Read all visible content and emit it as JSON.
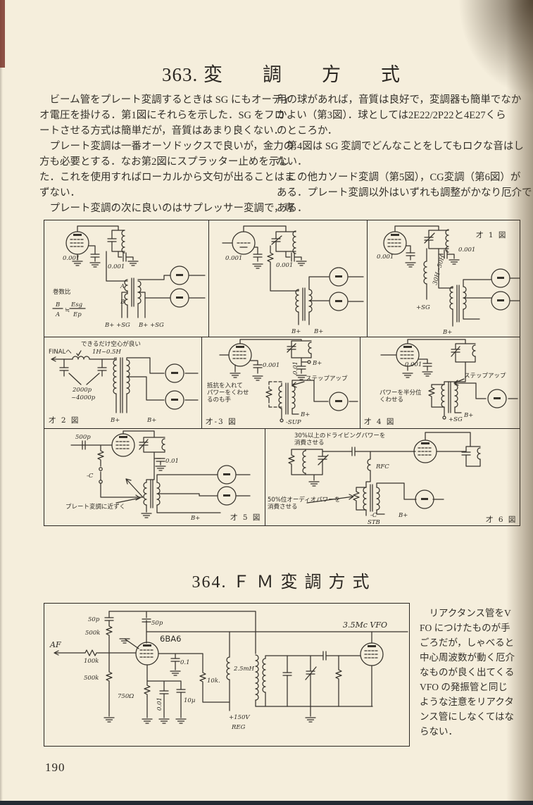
{
  "page": {
    "number": "190"
  },
  "s363": {
    "title": "363. 変　　調　　方　　式",
    "left": [
      "　ビーム管をプレート変調するときは SG にもオーディ",
      "オ電圧を掛ける．第1図にそれらを示した．SG をフロ",
      "ートさせる方式は簡単だが，音質はあまり良くない．",
      "　プレート変調は一番オーソドックスで良いが，金力の",
      "方も必要とする．なお第2図にスプラッター止めを示し",
      "た．これを使用すればローカルから文句が出ることはま",
      "ずない．",
      "　プレート変調の次に良いのはサプレッサー変調で，専"
    ],
    "right": [
      "用の球があれば，音質は良好で，変調器も簡単でなか",
      "かよい（第3図）．球としては2E22/2P22と4E27くら",
      "のところか．",
      "　第4図は SG 変調でどんなことをしてもロクな音はし",
      "ない．",
      "　この他カソード変調（第5図），CG変調（第6図）が",
      "ある．プレート変調以外はいずれも調整がかなり厄介で",
      "ある．"
    ]
  },
  "s364": {
    "title": "364. Ｆ Ｍ 変 調 方 式",
    "right": [
      "　リアクタンス管をV",
      "FO につけたものが手",
      "ごろだが，しゃべると",
      "中心周波数が動く厄介",
      "なものが良く出てくる",
      "VFO の発振管と同じ",
      "ような注意をリアクタ",
      "ンス管にしなくてはな",
      "らない．"
    ]
  },
  "fig": {
    "f1a": {
      "cap1": "0.001",
      "cap2": "0.001",
      "wA": "A",
      "wB": "B",
      "ratio": "巻数比",
      "rb": "B",
      "ra": "A",
      "req": "≒",
      "resg": "Esg",
      "rep": "Ep",
      "sup1": "B+ +SG",
      "sup2": "B+ +SG"
    },
    "f1b": {
      "cap1": "0.001",
      "cap2": "0.001",
      "bp1": "B+",
      "bp2": "B+"
    },
    "f1c": {
      "cap1": "0.001",
      "cap2": "0.001",
      "choke": "30H~50H",
      "sg": "+SG",
      "bp": "B+",
      "caption": "才 1 図"
    },
    "f2": {
      "final": "FINALへ",
      "note1": "できるだけ空心が良い",
      "note2": "1H~0.5H",
      "c1": "2000p",
      "c2": "~4000p",
      "bp1": "B+",
      "bp2": "B+",
      "caption": "才 2 図"
    },
    "f3": {
      "cap1": "0.001",
      "cap2": "0.01",
      "bp1": "B+",
      "step": "ステップアップ",
      "note1": "抵抗を入れて",
      "note2": "パワーをくわせ",
      "note3": "るのも手",
      "sup": "-SUP",
      "bp2": "B+",
      "caption": "才-3 図"
    },
    "f4": {
      "cap1": "0.001",
      "step": "ステップアップ",
      "note1": "パワーを半分位",
      "note2": "くわせる",
      "sg": "+SG",
      "bp": "B+",
      "caption": "才 4 図"
    },
    "f5": {
      "c1": "500p",
      "c2": "0.01",
      "cbias": "-C",
      "note": "プレート変調に近ずく",
      "bp": "B+",
      "caption": "才 5 図"
    },
    "f6": {
      "note1": "30%以上のドライビングパワーを",
      "note2": "消費させる",
      "rfc": "RFC",
      "note3": "50%位オーディオパワーを",
      "note4": "消費させる",
      "cbias": "-C",
      "stb": "STB",
      "bp": "B+",
      "caption": "才 6 図"
    },
    "fm": {
      "c50a": "50p",
      "c50b": "50p",
      "r500a": "500k",
      "af": "AF",
      "r100": "100k",
      "r500b": "500k",
      "tube": "6BA6",
      "c01": "0.1",
      "r10k": "10k.",
      "r750": "750Ω",
      "c001": "0.01",
      "c10u": "10µ",
      "l25": "2.5mH",
      "v150a": "+150V",
      "v150b": "REG",
      "vfo": "3.5Mc VFO"
    }
  }
}
